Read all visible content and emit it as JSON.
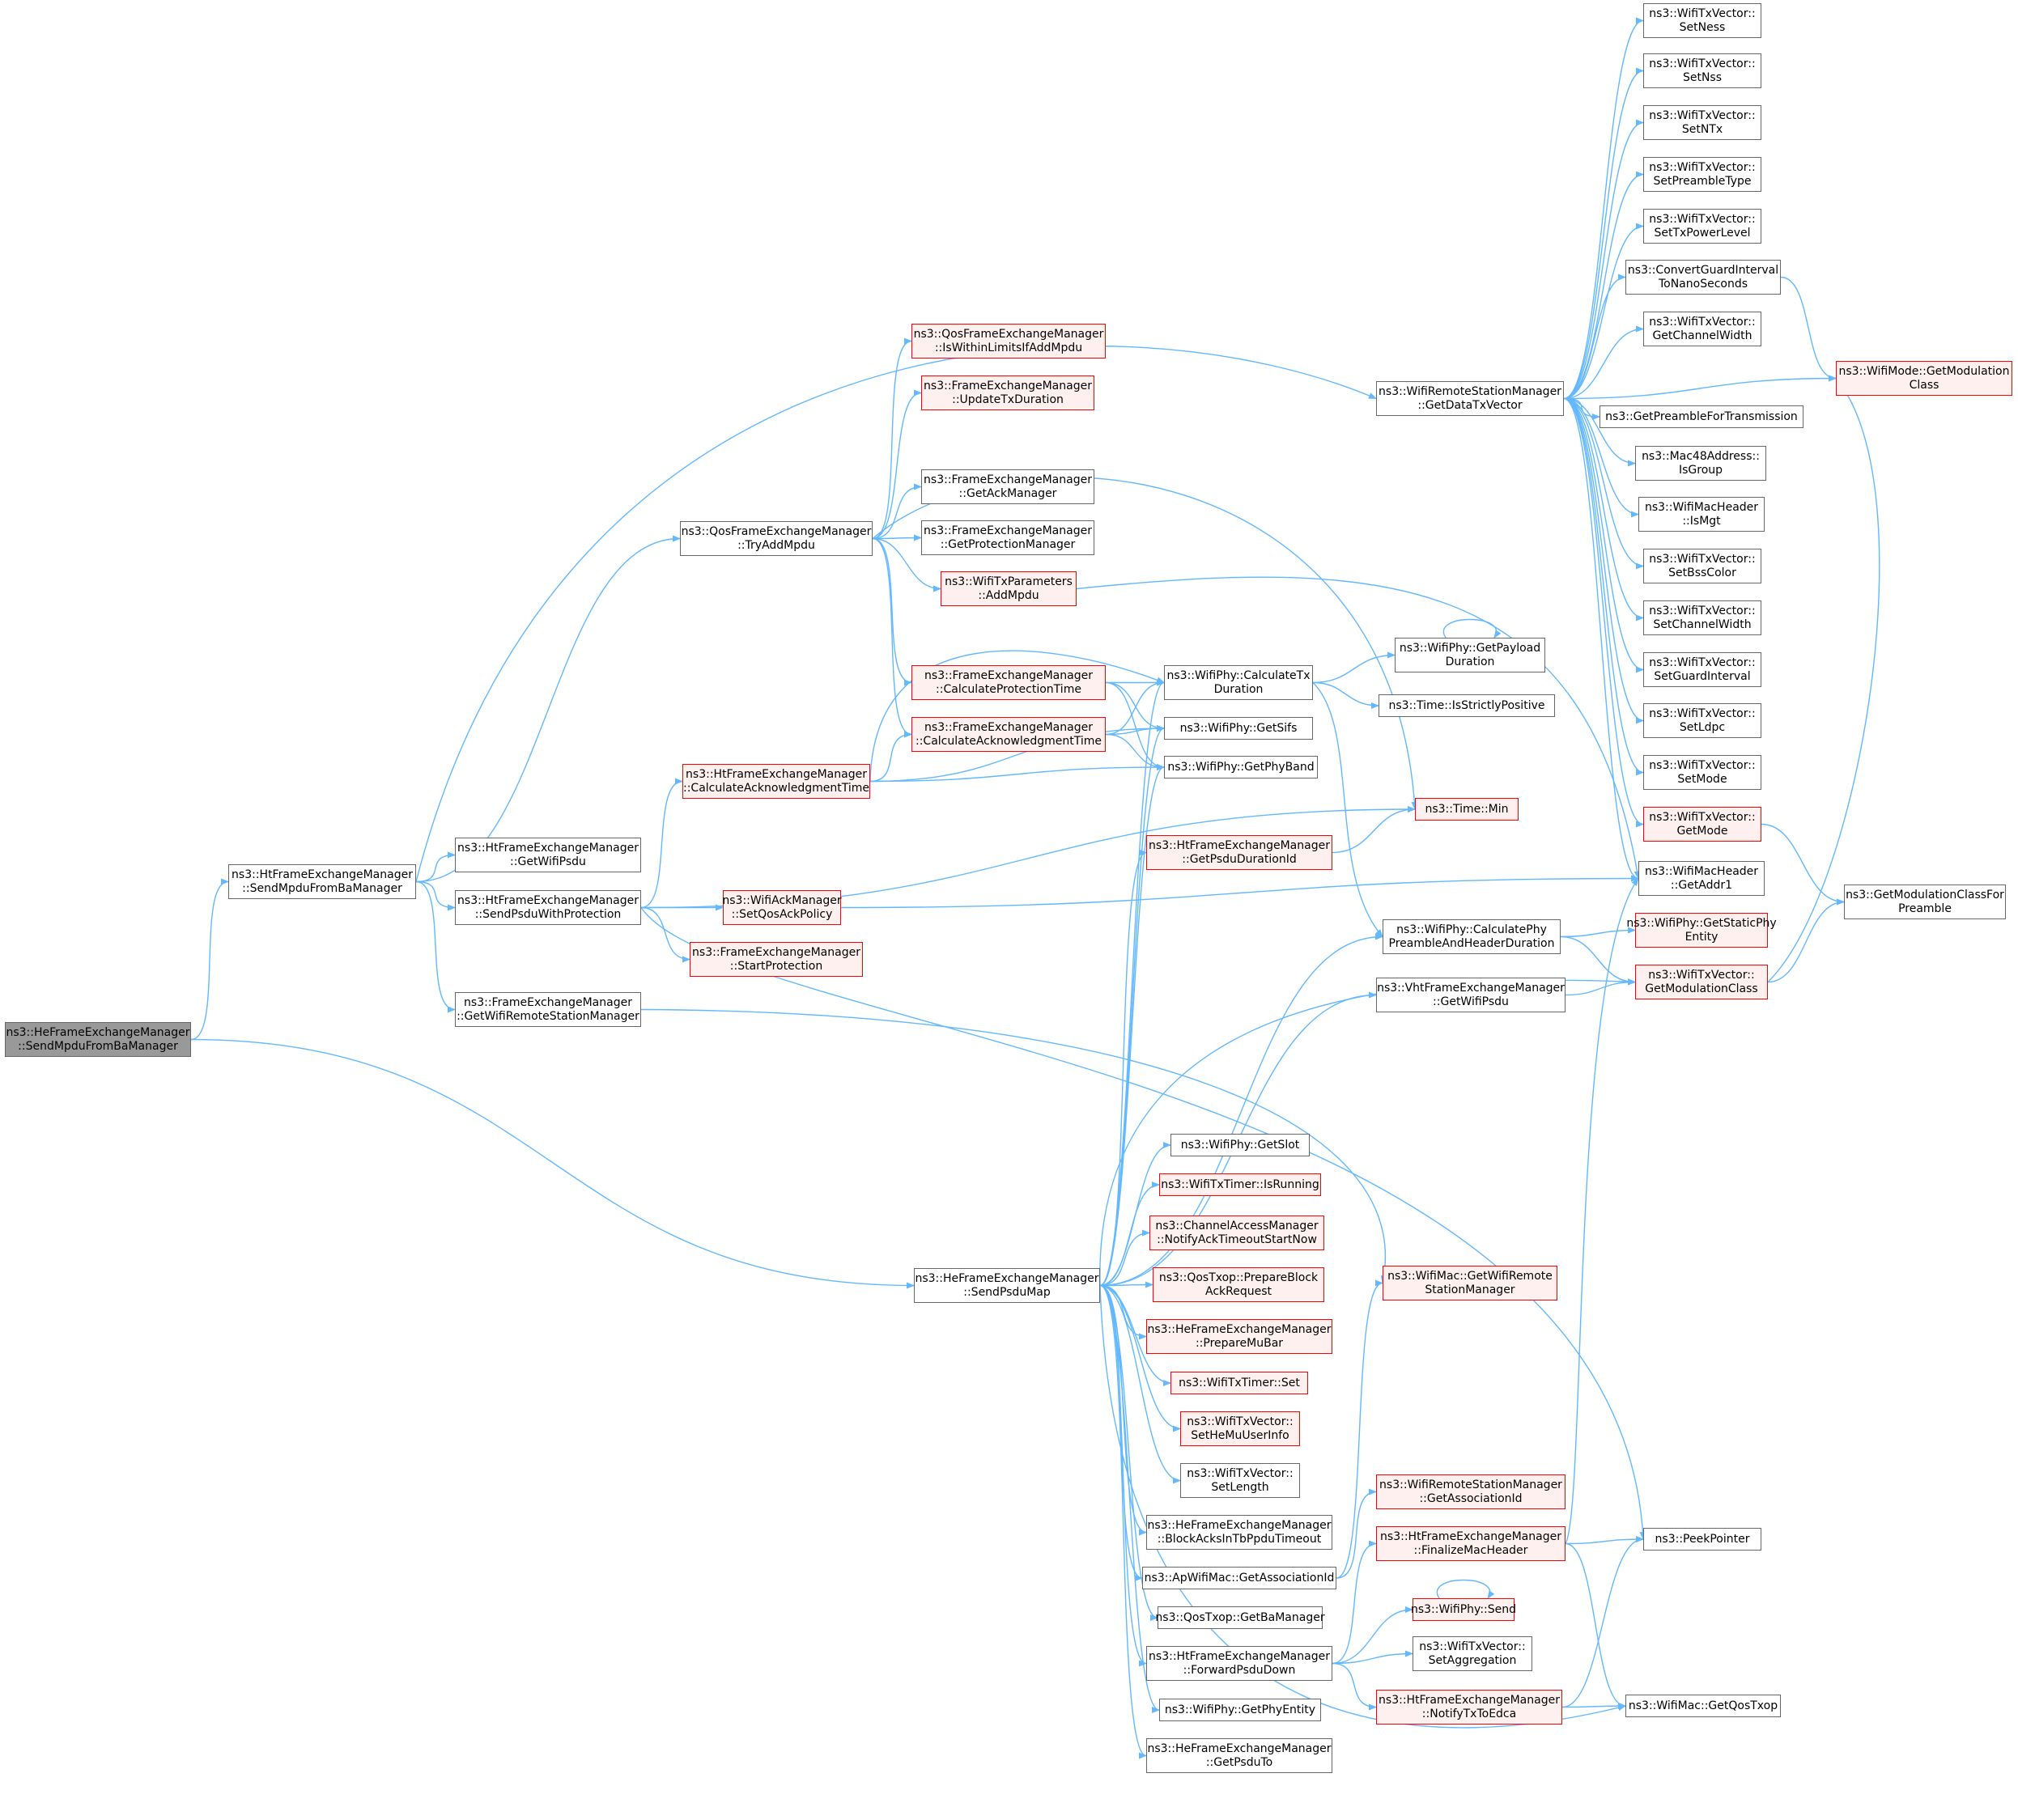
{
  "colors": {
    "edge": "#63b8ff",
    "node_border": "#666666",
    "node_red_border": "#ff0000",
    "node_red_fill": "#fff0f0",
    "root_fill": "#999999"
  },
  "nodes": {
    "root": [
      "ns3::HeFrameExchangeManager",
      "::SendMpduFromBaManager"
    ],
    "ht_sendmpdufromba": [
      "ns3::HtFrameExchangeManager",
      "::SendMpduFromBaManager"
    ],
    "ht_getwifipsdu": [
      "ns3::HtFrameExchangeManager",
      "::GetWifiPsdu"
    ],
    "ht_sendpsduwithprot": [
      "ns3::HtFrameExchangeManager",
      "::SendPsduWithProtection"
    ],
    "fem_getwrsm": [
      "ns3::FrameExchangeManager",
      "::GetWifiRemoteStationManager"
    ],
    "he_sendpsdumap": [
      "ns3::HeFrameExchangeManager",
      "::SendPsduMap"
    ],
    "qos_tryaddmpdu": [
      "ns3::QosFrameExchangeManager",
      "::TryAddMpdu"
    ],
    "qos_iswithinlimits": [
      "ns3::QosFrameExchangeManager",
      "::IsWithinLimitsIfAddMpdu"
    ],
    "fem_updatetxduration": [
      "ns3::FrameExchangeManager",
      "::UpdateTxDuration"
    ],
    "fem_getackmanager": [
      "ns3::FrameExchangeManager",
      "::GetAckManager"
    ],
    "fem_getprotmanager": [
      "ns3::FrameExchangeManager",
      "::GetProtectionManager"
    ],
    "txparams_addmpdu": [
      "ns3::WifiTxParameters",
      "::AddMpdu"
    ],
    "fem_calcprottime": [
      "ns3::FrameExchangeManager",
      "::CalculateProtectionTime"
    ],
    "fem_calcacktime": [
      "ns3::FrameExchangeManager",
      "::CalculateAcknowledgmentTime"
    ],
    "ht_calcacktime": [
      "ns3::HtFrameExchangeManager",
      "::CalculateAcknowledgmentTime"
    ],
    "ackmgr_setqosackpolicy": [
      "ns3::WifiAckManager",
      "::SetQosAckPolicy"
    ],
    "fem_startprotection": [
      "ns3::FrameExchangeManager",
      "::StartProtection"
    ],
    "phy_calctxduration": [
      "ns3::WifiPhy::CalculateTx",
      "Duration"
    ],
    "phy_getsifs": [
      "ns3::WifiPhy::GetSifs"
    ],
    "phy_getphyband": [
      "ns3::WifiPhy::GetPhyBand"
    ],
    "phy_getpayloadduration": [
      "ns3::WifiPhy::GetPayload",
      "Duration"
    ],
    "time_isstrictlypositive": [
      "ns3::Time::IsStrictlyPositive"
    ],
    "time_min": [
      "ns3::Time::Min"
    ],
    "ht_getpsdudurationid": [
      "ns3::HtFrameExchangeManager",
      "::GetPsduDurationId"
    ],
    "phy_calcphypreamble": [
      "ns3::WifiPhy::CalculatePhy",
      "PreambleAndHeaderDuration"
    ],
    "vht_getwifipsdu": [
      "ns3::VhtFrameExchangeManager",
      "::GetWifiPsdu"
    ],
    "phy_getslot": [
      "ns3::WifiPhy::GetSlot"
    ],
    "txtimer_isrunning": [
      "ns3::WifiTxTimer::IsRunning"
    ],
    "cam_notifyacktimeout": [
      "ns3::ChannelAccessManager",
      "::NotifyAckTimeoutStartNow"
    ],
    "qostxop_preparebar": [
      "ns3::QosTxop::PrepareBlock",
      "AckRequest"
    ],
    "he_preparemubar": [
      "ns3::HeFrameExchangeManager",
      "::PrepareMuBar"
    ],
    "txtimer_set": [
      "ns3::WifiTxTimer::Set"
    ],
    "txvec_sethemuuserinfo": [
      "ns3::WifiTxVector::",
      "SetHeMuUserInfo"
    ],
    "txvec_setlength": [
      "ns3::WifiTxVector::",
      "SetLength"
    ],
    "he_blockacksintbppdu": [
      "ns3::HeFrameExchangeManager",
      "::BlockAcksInTbPpduTimeout"
    ],
    "apmac_getassocid": [
      "ns3::ApWifiMac::GetAssociationId"
    ],
    "qostxop_getbamanager": [
      "ns3::QosTxop::GetBaManager"
    ],
    "ht_forwardpsdudown": [
      "ns3::HtFrameExchangeManager",
      "::ForwardPsduDown"
    ],
    "phy_getphyentity": [
      "ns3::WifiPhy::GetPhyEntity"
    ],
    "he_getpsduto": [
      "ns3::HeFrameExchangeManager",
      "::GetPsduTo"
    ],
    "mac_getwrsm": [
      "ns3::WifiMac::GetWifiRemote",
      "StationManager"
    ],
    "wrsm_getassocid": [
      "ns3::WifiRemoteStationManager",
      "::GetAssociationId"
    ],
    "ht_finalizemacheader": [
      "ns3::HtFrameExchangeManager",
      "::FinalizeMacHeader"
    ],
    "phy_send": [
      "ns3::WifiPhy::Send"
    ],
    "txvec_setaggregation": [
      "ns3::WifiTxVector::",
      "SetAggregation"
    ],
    "ht_notifytxtoedca": [
      "ns3::HtFrameExchangeManager",
      "::NotifyTxToEdca"
    ],
    "wrsm_getdatatxvector": [
      "ns3::WifiRemoteStationManager",
      "::GetDataTxVector"
    ],
    "txvec_setness": [
      "ns3::WifiTxVector::",
      "SetNess"
    ],
    "txvec_setnss": [
      "ns3::WifiTxVector::",
      "SetNss"
    ],
    "txvec_setntx": [
      "ns3::WifiTxVector::",
      "SetNTx"
    ],
    "txvec_setpreambletype": [
      "ns3::WifiTxVector::",
      "SetPreambleType"
    ],
    "txvec_settxpowerlevel": [
      "ns3::WifiTxVector::",
      "SetTxPowerLevel"
    ],
    "convertgi": [
      "ns3::ConvertGuardInterval",
      "ToNanoSeconds"
    ],
    "txvec_getchannelwidth": [
      "ns3::WifiTxVector::",
      "GetChannelWidth"
    ],
    "getpreamblefortx": [
      "ns3::GetPreambleForTransmission"
    ],
    "mac48_isgroup": [
      "ns3::Mac48Address::",
      "IsGroup"
    ],
    "machdr_ismgt": [
      "ns3::WifiMacHeader",
      "::IsMgt"
    ],
    "txvec_setbsscolor": [
      "ns3::WifiTxVector::",
      "SetBssColor"
    ],
    "txvec_setchannelwidth": [
      "ns3::WifiTxVector::",
      "SetChannelWidth"
    ],
    "txvec_setguardinterval": [
      "ns3::WifiTxVector::",
      "SetGuardInterval"
    ],
    "txvec_setldpc": [
      "ns3::WifiTxVector::",
      "SetLdpc"
    ],
    "txvec_setmode": [
      "ns3::WifiTxVector::",
      "SetMode"
    ],
    "txvec_getmode": [
      "ns3::WifiTxVector::",
      "GetMode"
    ],
    "machdr_getaddr1": [
      "ns3::WifiMacHeader",
      "::GetAddr1"
    ],
    "phy_getstaticphyentity": [
      "ns3::WifiPhy::GetStaticPhy",
      "Entity"
    ],
    "txvec_getmodclass": [
      "ns3::WifiTxVector::",
      "GetModulationClass"
    ],
    "peekpointer": [
      "ns3::PeekPointer"
    ],
    "mac_getqostxop": [
      "ns3::WifiMac::GetQosTxop"
    ],
    "mode_getmodclass": [
      "ns3::WifiMode::GetModulation",
      "Class"
    ],
    "getmodclassforpreamble": [
      "ns3::GetModulationClassFor",
      "Preamble"
    ]
  }
}
